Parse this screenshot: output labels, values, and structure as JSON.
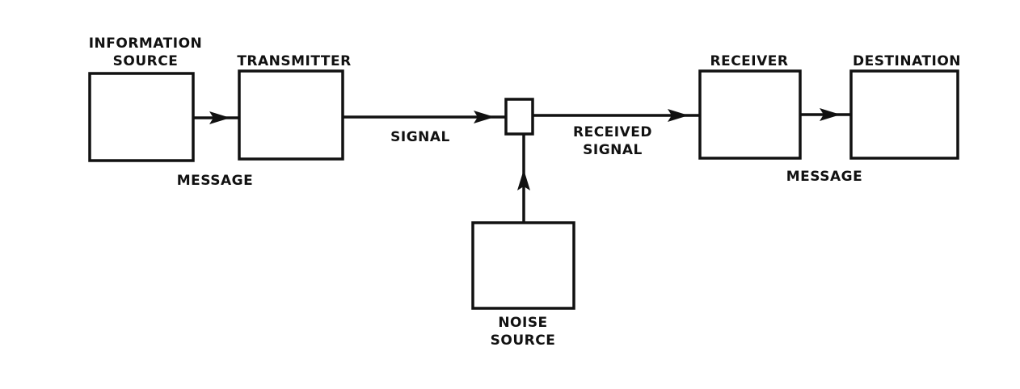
{
  "diagram": {
    "information_source": {
      "line1": "INFORMATION",
      "line2": "SOURCE"
    },
    "transmitter": "TRANSMITTER",
    "receiver": "RECEIVER",
    "destination": "DESTINATION",
    "noise_source": {
      "line1": "NOISE",
      "line2": "SOURCE"
    },
    "message_left": "MESSAGE",
    "message_right": "MESSAGE",
    "signal": "SIGNAL",
    "received_signal": {
      "line1": "RECEIVED",
      "line2": "SIGNAL"
    }
  }
}
